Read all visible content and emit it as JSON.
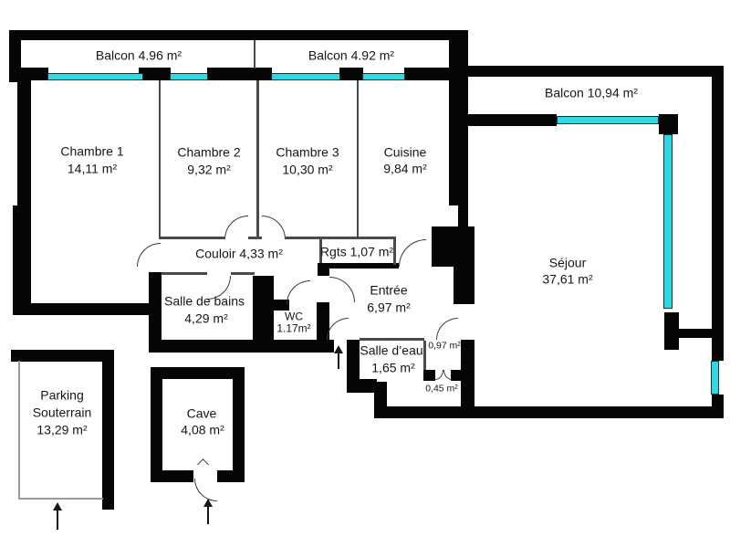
{
  "plan_type": "apartment floor plan",
  "colors": {
    "wall": "#050505",
    "window_glazing": "#31d8e2",
    "thin_partition": "#4a4a4a",
    "background": "#ffffff"
  },
  "balconies": {
    "left": {
      "label": "Balcon 4.96 m²"
    },
    "mid": {
      "label": "Balcon 4.92 m²"
    },
    "right": {
      "label": "Balcon 10,94 m²"
    }
  },
  "rooms": {
    "chambre1": {
      "name": "Chambre 1",
      "area": "14,11 m²"
    },
    "chambre2": {
      "name": "Chambre 2",
      "area": "9,32 m²"
    },
    "chambre3": {
      "name": "Chambre 3",
      "area": "10,30 m²"
    },
    "cuisine": {
      "name": "Cuisine",
      "area": "9,84 m²"
    },
    "sejour": {
      "name": "Séjour",
      "area": "37,61 m²"
    },
    "couloir": {
      "label": "Couloir 4,33 m²"
    },
    "rangements": {
      "label": "Rgts 1,07 m²"
    },
    "salle_de_bains": {
      "name": "Salle de bains",
      "area": "4,29 m²"
    },
    "wc": {
      "name": "WC",
      "area": "1.17m²"
    },
    "entree": {
      "name": "Entrée",
      "area": "6,97 m²"
    },
    "salle_deau": {
      "name": "Salle d’eau",
      "area": "1,65 m²"
    },
    "placard_haut": {
      "area": "0,97 m²"
    },
    "placard_bas": {
      "area": "0,45 m²"
    },
    "parking": {
      "name": "Parking",
      "name2": "Souterrain",
      "area": "13,29 m²"
    },
    "cave": {
      "name": "Cave",
      "area": "4,08 m²"
    }
  }
}
